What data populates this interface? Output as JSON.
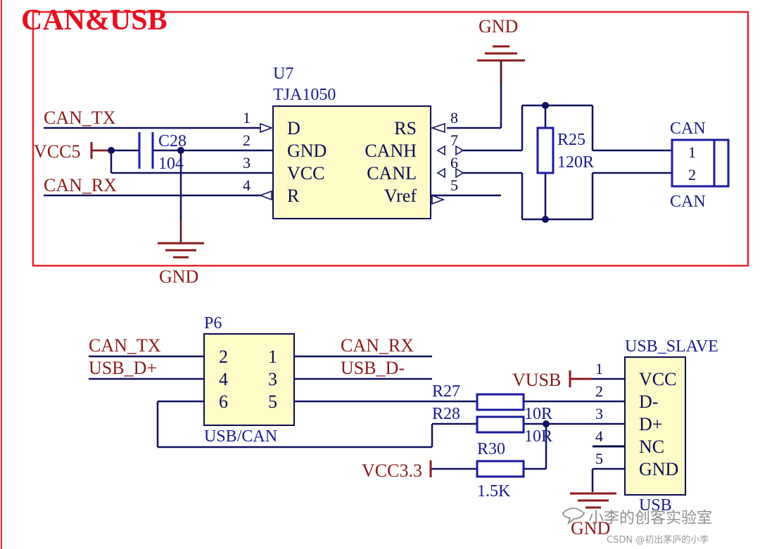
{
  "title": "CAN&USB",
  "colors": {
    "frame": "#e8202a",
    "wire": "#101060",
    "net": "#8b1a1a",
    "text": "#1a1a8c",
    "chip_fill": "#fdfbc8",
    "body": "#0b0b50",
    "title": "#e5101f"
  },
  "u7": {
    "designator": "U7",
    "part": "TJA1050",
    "left_pins": [
      {
        "num": "1",
        "name": "D",
        "net": "CAN_TX"
      },
      {
        "num": "2",
        "name": "GND"
      },
      {
        "num": "3",
        "name": "VCC"
      },
      {
        "num": "4",
        "name": "R",
        "net": "CAN_RX"
      }
    ],
    "right_pins": [
      {
        "num": "8",
        "name": "RS"
      },
      {
        "num": "7",
        "name": "CANH"
      },
      {
        "num": "6",
        "name": "CANL"
      },
      {
        "num": "5",
        "name": "Vref"
      }
    ]
  },
  "c28": {
    "designator": "C28",
    "value": "104"
  },
  "vcc5": "VCC5",
  "gnd_label": "GND",
  "r25": {
    "designator": "R25",
    "value": "120R"
  },
  "can_conn": {
    "top": "CAN",
    "bottom": "CAN",
    "pins": [
      "1",
      "2"
    ]
  },
  "p6": {
    "designator": "P6",
    "name": "USB/CAN",
    "pins_left": [
      "2",
      "4",
      "6"
    ],
    "pins_right": [
      "1",
      "3",
      "5"
    ],
    "nets_left": [
      "CAN_TX",
      "USB_D+"
    ],
    "nets_right": [
      "CAN_RX",
      "USB_D-"
    ]
  },
  "r27": {
    "designator": "R27",
    "value": "10R"
  },
  "r28": {
    "designator": "R28",
    "value": "10R"
  },
  "r30": {
    "designator": "R30",
    "value": "1.5K"
  },
  "vusb": "VUSB",
  "vcc33": "VCC3.3",
  "usb": {
    "designator": "USB_SLAVE",
    "name": "USB",
    "pins": [
      {
        "num": "1",
        "name": "VCC"
      },
      {
        "num": "2",
        "name": "D-"
      },
      {
        "num": "3",
        "name": "D+"
      },
      {
        "num": "4",
        "name": "NC"
      },
      {
        "num": "5",
        "name": "GND"
      }
    ]
  },
  "watermark": {
    "main": "小李的创客实验室",
    "sub": "CSDN @初出茅庐的小李"
  }
}
